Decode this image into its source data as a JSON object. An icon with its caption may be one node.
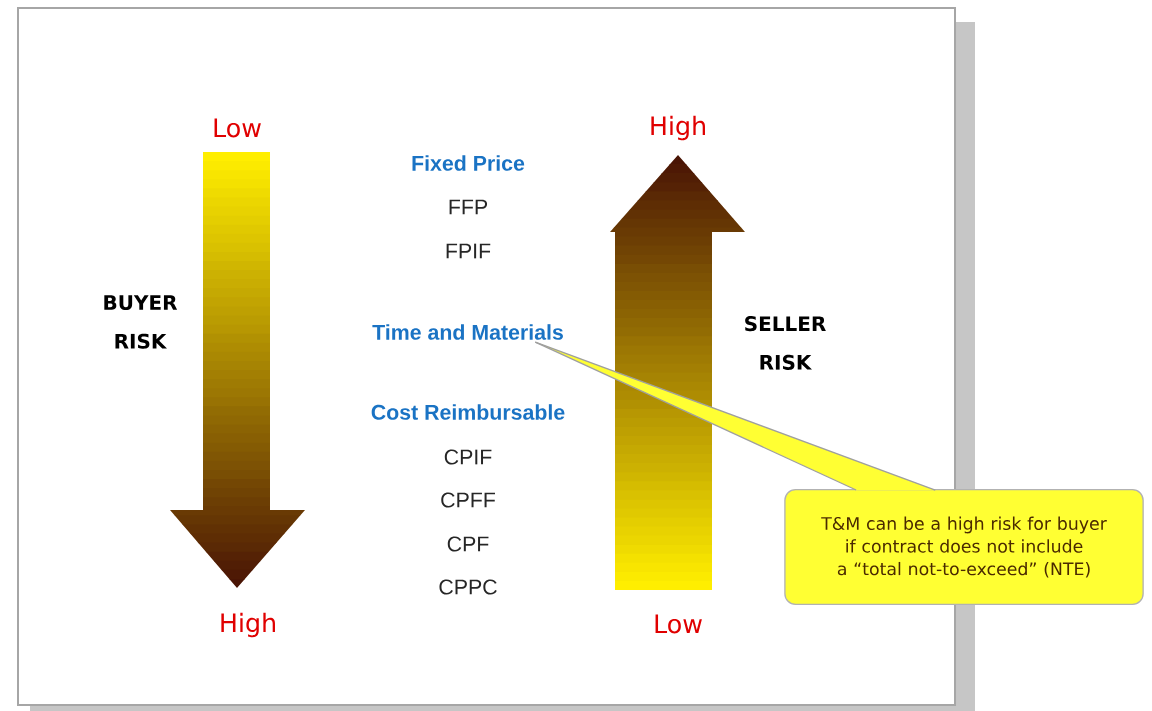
{
  "diagram": {
    "nodes": [
      {
        "text": [
          "Time and Materials"
        ]
      },
      {
        "text": [
          "T&M can be a high risk for buyer if contract does not include a “total not-to-exceed” (NTE)"
        ]
      }
    ],
    "edges": [
      {
        "from": 1,
        "to": 0,
        "arrow": "none"
      }
    ],
    "labels": [
      "Low",
      "High",
      "Fixed Price",
      "FFP",
      "FPIF",
      "BUYER RISK",
      "SELLER RISK",
      "Cost Reimbursable",
      "CPIF",
      "CPFF",
      "CPF",
      "CPPC",
      "High",
      "Low"
    ]
  }
}
